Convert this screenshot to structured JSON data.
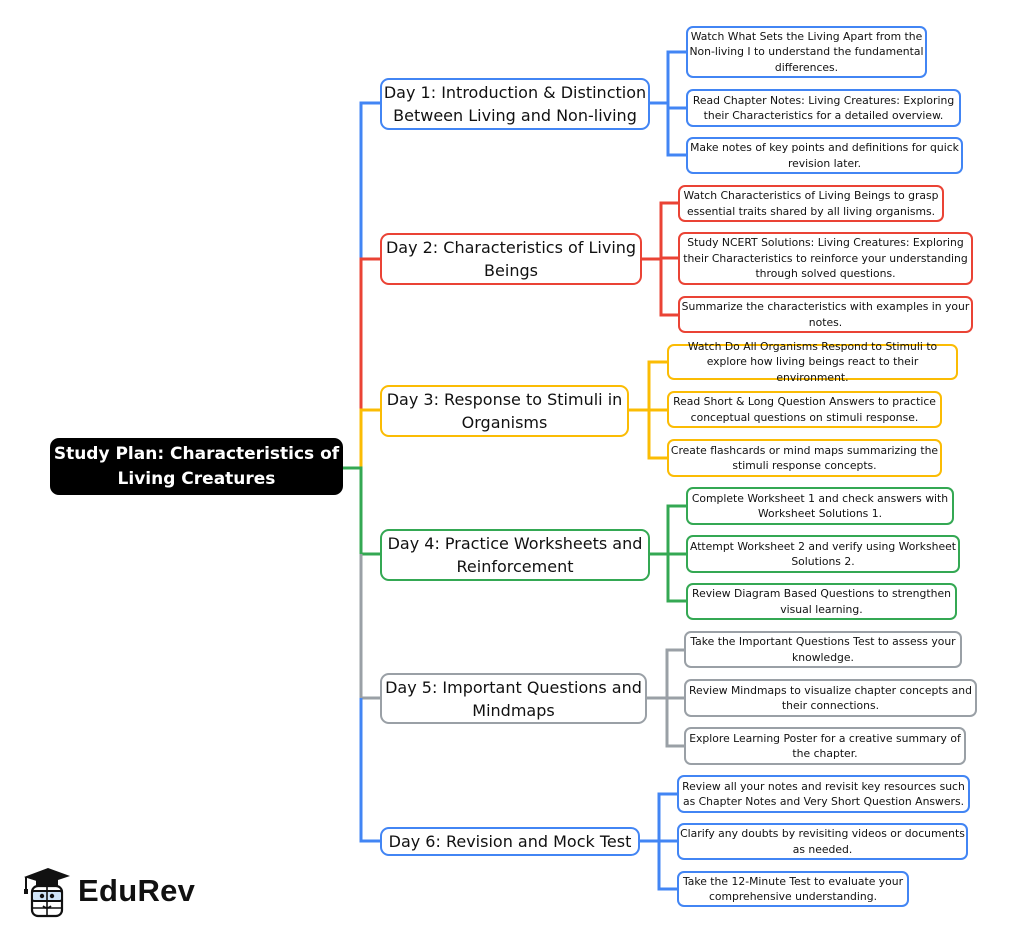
{
  "root": {
    "title": "Study Plan: Characteristics of Living Creatures",
    "color": "#000000"
  },
  "days": [
    {
      "label": "Day 1: Introduction & Distinction Between Living and Non-living",
      "color": "#4285F4",
      "tasks": [
        "Watch What Sets the Living Apart from the Non-living I to understand the fundamental differences.",
        "Read Chapter Notes: Living Creatures: Exploring their Characteristics for a detailed overview.",
        "Make notes of key points and definitions for quick revision later."
      ]
    },
    {
      "label": "Day 2: Characteristics of Living Beings",
      "color": "#EA4335",
      "tasks": [
        "Watch Characteristics of Living Beings to grasp essential traits shared by all living organisms.",
        "Study NCERT Solutions: Living Creatures: Exploring their Characteristics to reinforce your understanding through solved questions.",
        "Summarize the characteristics with examples in your notes."
      ]
    },
    {
      "label": "Day 3: Response to Stimuli in Organisms",
      "color": "#FBBC04",
      "tasks": [
        "Watch Do All Organisms Respond to Stimuli to explore how living beings react to their environment.",
        "Read Short & Long Question Answers to practice conceptual questions on stimuli response.",
        "Create flashcards or mind maps summarizing the stimuli response concepts."
      ]
    },
    {
      "label": "Day 4: Practice Worksheets and Reinforcement",
      "color": "#34A853",
      "tasks": [
        "Complete Worksheet 1 and check answers with Worksheet Solutions 1.",
        "Attempt Worksheet 2 and verify using Worksheet Solutions 2.",
        "Review Diagram Based Questions to strengthen visual learning."
      ]
    },
    {
      "label": "Day 5: Important Questions and Mindmaps",
      "color": "#9AA0A6",
      "tasks": [
        "Take the Important Questions Test to assess your knowledge.",
        "Review Mindmaps to visualize chapter concepts and their connections.",
        "Explore Learning Poster for a creative summary of the chapter."
      ]
    },
    {
      "label": "Day 6: Revision and Mock Test",
      "color": "#4285F4",
      "tasks": [
        "Review all your notes and revisit key resources such as Chapter Notes and Very Short Question Answers.",
        "Clarify any doubts by revisiting videos or documents as needed.",
        "Take the 12-Minute Test to evaluate your comprehensive understanding."
      ]
    }
  ],
  "logo": {
    "brand": "EduRev",
    "icon": "graduation-cap-mascot-icon",
    "lens_color": "#CFE3F7"
  }
}
